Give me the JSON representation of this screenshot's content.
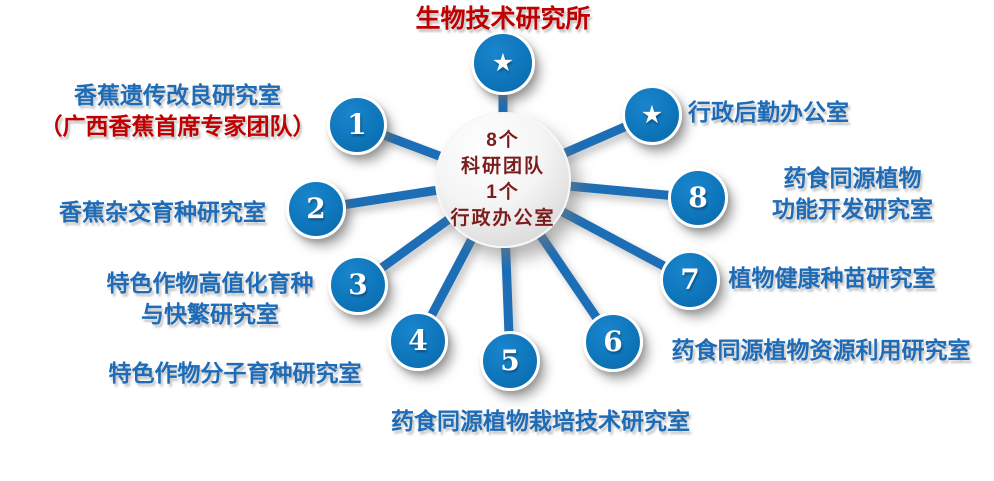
{
  "colors": {
    "circle-blue": "#0e76bb",
    "line-blue": "#1c6eb6",
    "label-blue": "#1e6cb8",
    "title-red": "#c00000",
    "center-text": "#7b1d1d"
  },
  "title": "生物技术研究所",
  "center": {
    "line1": "8个",
    "line2": "科研团队",
    "line3": "1个",
    "line4": "行政办公室"
  },
  "top_star": {
    "badge": "★"
  },
  "nodes": [
    {
      "badge": "★",
      "line1": "行政后勤办公室"
    },
    {
      "badge": "1",
      "line1": "香蕉遗传改良研究室",
      "line2": "（广西香蕉首席专家团队）"
    },
    {
      "badge": "2",
      "line1": "香蕉杂交育种研究室"
    },
    {
      "badge": "3",
      "line1": "特色作物高值化育种",
      "line2": "与快繁研究室"
    },
    {
      "badge": "4",
      "line1": "特色作物分子育种研究室"
    },
    {
      "badge": "5",
      "line1": "药食同源植物栽培技术研究室"
    },
    {
      "badge": "6",
      "line1": "药食同源植物资源利用研究室"
    },
    {
      "badge": "7",
      "line1": "植物健康种苗研究室"
    },
    {
      "badge": "8",
      "line1": "药食同源植物",
      "line2": "功能开发研究室"
    }
  ]
}
